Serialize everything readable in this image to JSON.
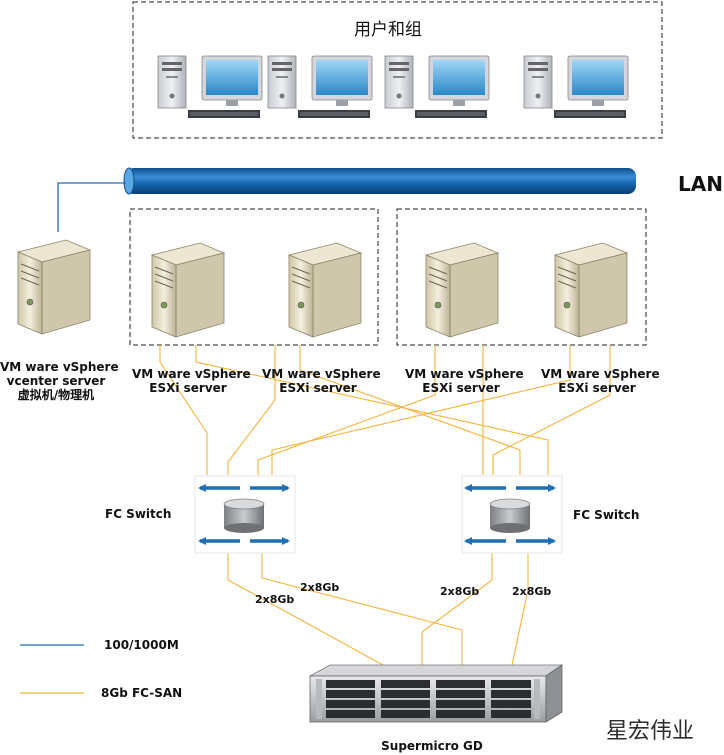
{
  "users_group": {
    "title": "用户和组"
  },
  "lan": {
    "label": "LAN"
  },
  "vcenter": {
    "line1": "VM ware vSphere",
    "line2": "vcenter server",
    "line3": "虚拟机/物理机"
  },
  "esxi_servers": [
    {
      "line1": "VM ware vSphere",
      "line2": "ESXi server"
    },
    {
      "line1": "VM ware vSphere",
      "line2": "ESXi server"
    },
    {
      "line1": "VM ware vSphere",
      "line2": "ESXi server"
    },
    {
      "line1": "VM ware vSphere",
      "line2": "ESXi server"
    }
  ],
  "fc_switches": [
    {
      "label": "FC Switch"
    },
    {
      "label": "FC Switch"
    }
  ],
  "link_labels": [
    "2x8Gb",
    "2x8Gb",
    "2x8Gb",
    "2x8Gb"
  ],
  "legend": {
    "ethernet": {
      "label": "100/1000M",
      "color": "#1f6fb2"
    },
    "fc_san": {
      "label": "8Gb FC-SAN",
      "color": "#f3b33d"
    }
  },
  "storage": {
    "label": "Supermicro GD"
  },
  "watermark": "星宏伟业"
}
